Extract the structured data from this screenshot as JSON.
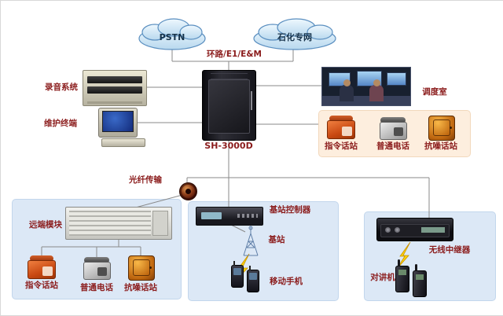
{
  "clouds": {
    "pstn": "PSTN",
    "private": "石化专网"
  },
  "trunk": "环路/E1/E&M",
  "cabinet": {
    "label": "SH-3000D"
  },
  "left": {
    "recording": "录音系统",
    "terminal": "维护终端"
  },
  "dispatch": {
    "room": "调度室"
  },
  "station_phones": {
    "command": "指令话站",
    "ordinary": "普通电话",
    "noise": "抗噪话站"
  },
  "fiber": "光纤传输",
  "remote": {
    "title": "远端模块",
    "command": "指令话站",
    "ordinary": "普通电话",
    "noise": "抗噪话站"
  },
  "base": {
    "controller": "基站控制器",
    "station": "基站",
    "mobile": "移动手机"
  },
  "wireless": {
    "repeater": "无线中继器",
    "handset": "对讲机"
  },
  "icons": {
    "pstn-cloud": "network-cloud",
    "private-network-cloud": "network-cloud",
    "recording-server": "rack-server",
    "maintenance-terminal": "desktop-computer",
    "exchange-cabinet": "equipment-cabinet",
    "dispatch-room": "console-room-photo",
    "command-phone": "orange-desk-phone",
    "ordinary-phone": "gray-desk-phone",
    "noise-proof-phone": "amber-wall-phone",
    "fiber-coil": "fiber-spool",
    "remote-module-rack": "rack-unit",
    "base-controller": "controller-unit",
    "base-station": "antenna-tower",
    "mobile-phone": "handset",
    "wireless-repeater": "radio-unit",
    "walkie-talkie": "two-way-radio",
    "lightning": "wireless-link-bolt"
  },
  "colors": {
    "label": "#8b1c1c",
    "box_blue": "#dce8f6",
    "box_peach": "#fdeede",
    "lightning": "#ffd400",
    "wire": "#8a8a8a"
  }
}
